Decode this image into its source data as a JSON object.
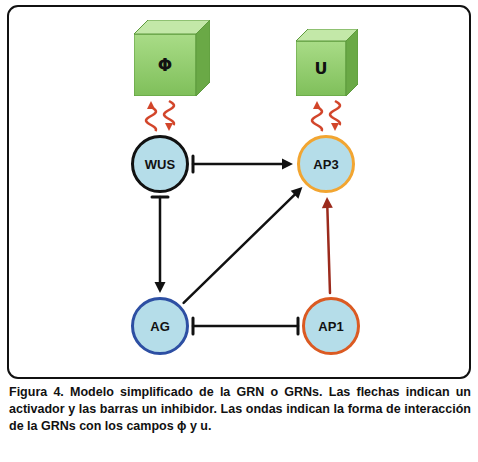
{
  "diagram": {
    "caption": "Figura 4. Modelo simplificado de la GRN o GRNs. Las flechas indican un activador y las barras un inhibidor. Las ondas indican la forma de interacción de la GRNs con los campos ϕ y u.",
    "nodes": [
      {
        "text": [
          "Φ"
        ]
      },
      {
        "text": [
          "U"
        ]
      },
      {
        "text": [
          "WUS"
        ]
      },
      {
        "text": [
          "AP3"
        ]
      },
      {
        "text": [
          "AG"
        ]
      },
      {
        "text": [
          "AP1"
        ]
      }
    ],
    "edges": [
      {
        "from": 0,
        "to": 2,
        "arrow": "both"
      },
      {
        "from": 1,
        "to": 3,
        "arrow": "both"
      },
      {
        "from": 2,
        "to": 3,
        "arrow": "both"
      },
      {
        "from": 2,
        "to": 4,
        "arrow": "both"
      },
      {
        "from": 4,
        "to": 3,
        "arrow": "to"
      },
      {
        "from": 5,
        "to": 4,
        "arrow": "both"
      },
      {
        "from": 5,
        "to": 3,
        "arrow": "to"
      }
    ]
  }
}
